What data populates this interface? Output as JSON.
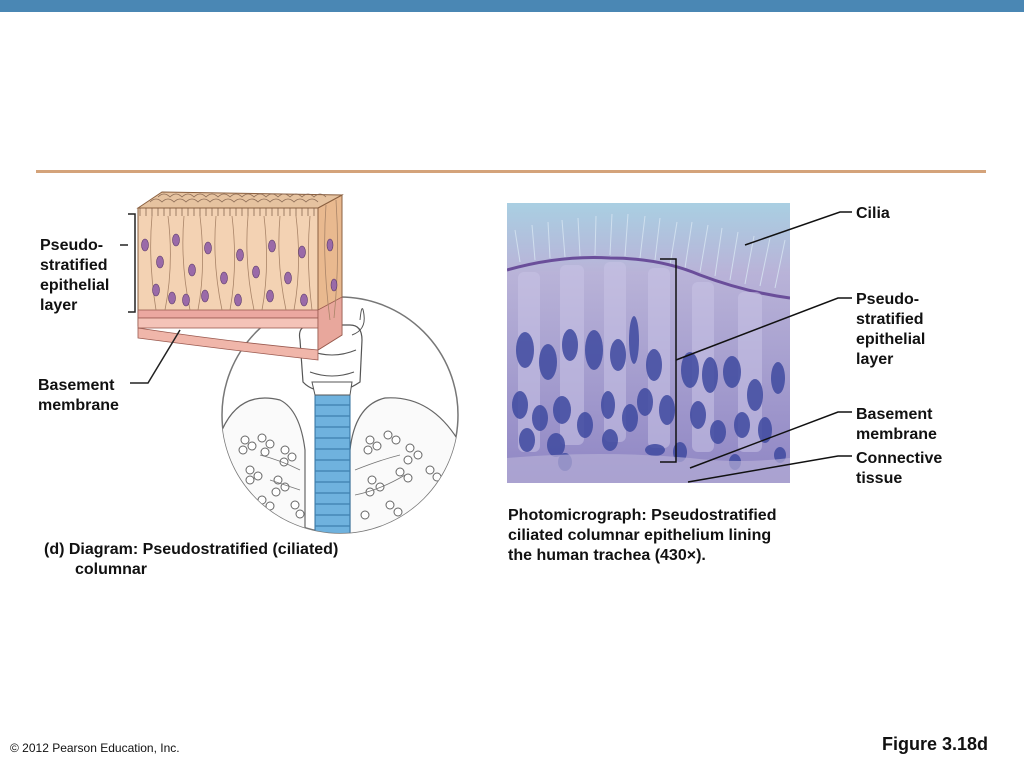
{
  "colors": {
    "top_bar": "#4a87b4",
    "rule": "#d4a37a",
    "trachea": "#6fb2de",
    "cells": "#f2cfae",
    "nuclei": "#9a6aa8",
    "micrograph_bg": "#8fbcd6"
  },
  "diagram": {
    "label_layer": "Pseudo-\nstratified\nepithelial\nlayer",
    "label_basement": "Basement\nmembrane",
    "caption_line1": "(d) Diagram: Pseudostratified (ciliated)",
    "caption_line2": "columnar"
  },
  "micrograph": {
    "label_cilia": "Cilia",
    "label_layer": "Pseudo-\nstratified\nepithelial\nlayer",
    "label_basement": "Basement\nmembrane",
    "label_connective": "Connective\ntissue",
    "caption": "Photomicrograph: Pseudostratified\nciliated columnar epithelium lining\nthe human trachea (430×)."
  },
  "footer": {
    "copyright": "© 2012 Pearson Education, Inc.",
    "figure": "Figure 3.18d"
  }
}
